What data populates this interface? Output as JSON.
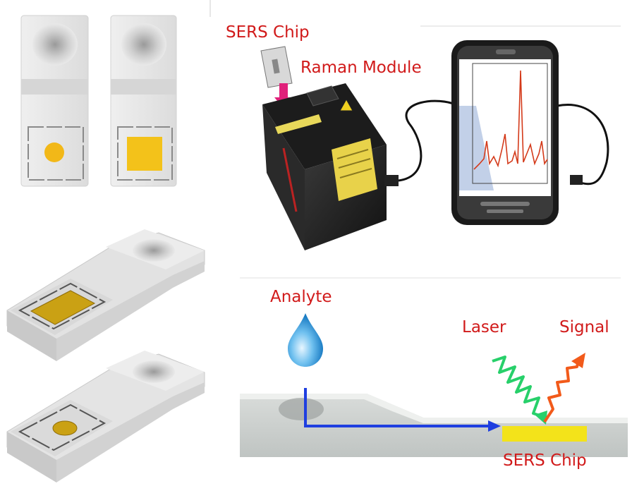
{
  "labels": {
    "sers_chip_top": "SERS Chip",
    "raman_module": "Raman Module",
    "analyte": "Analyte",
    "laser": "Laser",
    "signal": "Signal",
    "sers_chip_bottom": "SERS Chip"
  },
  "colors": {
    "label_red": "#d11a1a",
    "gold": "#f3c21a",
    "gold_dark": "#8f6d0a",
    "chip_gray": "#e6e6e6",
    "flow_arrow": "#1f3fe0",
    "laser_wave": "#27d06a",
    "signal_wave": "#f25a1a",
    "insert_arrow": "#e0207a",
    "spectrum": "#d43a1a"
  },
  "icons": [
    "water-drop-icon",
    "laser-warning-icon",
    "usb-connector-icon"
  ]
}
